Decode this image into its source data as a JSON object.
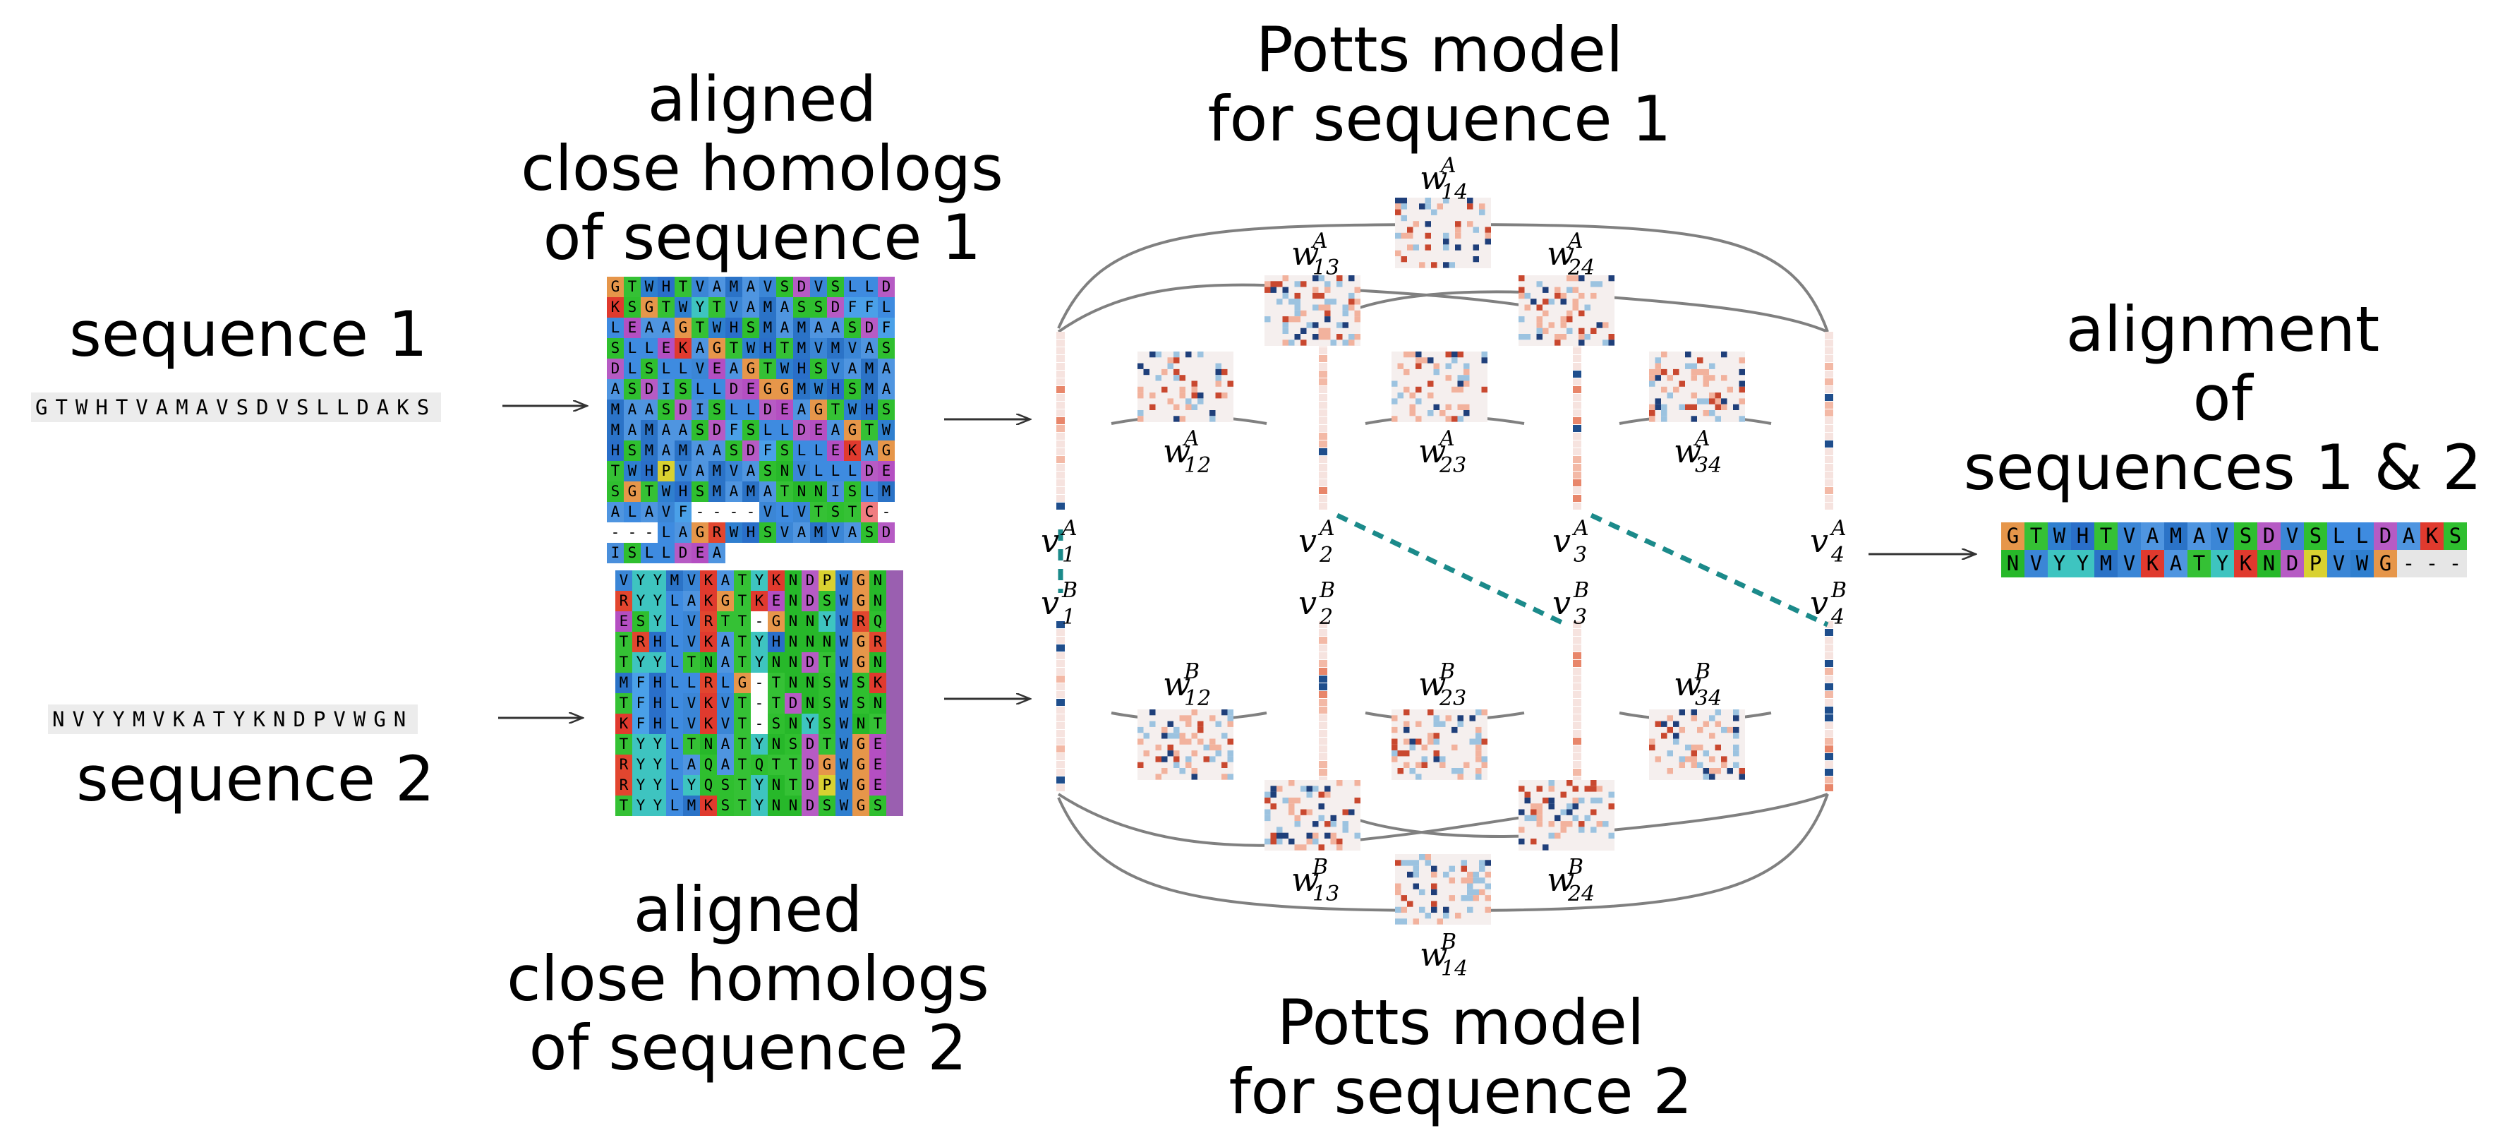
{
  "colors": {
    "G": "#e6964a",
    "T": "#35c135",
    "W": "#2f7fcf",
    "H": "#2a6fc9",
    "V": "#3b86d6",
    "A": "#4f95e0",
    "M": "#2b73c7",
    "S": "#2fbf2f",
    "D": "#b65bc4",
    "L": "#3e8be0",
    "K": "#e03a2e",
    "E": "#b44fc2",
    "F": "#4aa0e8",
    "N": "#27b82a",
    "P": "#d9d131",
    "Y": "#3ec4c0",
    "R": "#e2462f",
    "Q": "#2fbf2f",
    "I": "#4a8fdb",
    "C": "#f07c80",
    "-": "#ffffff",
    "couple": "#1b8a8a",
    "line": "#777777"
  },
  "labels": {
    "sequence1": "sequence 1",
    "sequence2": "sequence 2",
    "msa1": [
      "aligned",
      "close homologs",
      "of sequence 1"
    ],
    "msa2": [
      "aligned",
      "close homologs",
      "of sequence 2"
    ],
    "potts1": [
      "Potts model",
      "for sequence 1"
    ],
    "potts2": [
      "Potts model",
      "for sequence 2"
    ],
    "alignment": [
      "alignment",
      "of",
      "sequences 1 & 2"
    ]
  },
  "sequences": {
    "seq1": "GTWHTVAMAVSDVSLLDAKS",
    "seq2": "NVYYMVKATYKNDPVWGN"
  },
  "msa1": [
    "GTWHTVAMAVSDVSLLDKS",
    "GTWYTVAMASSDFFLLEAA",
    "GTWHSMAMAASDFSLLEKA",
    "GTWHTMVMVASDLSLLVEA",
    "GTWHSVAMAASDISLLDEG",
    "GMWHSMAMAASDISLLDEA",
    "GTWHSMAMAASDFSLLDEA",
    "GTWHSMAMAASDFSLLEKA",
    "GTWHPVAMVASNVLLLDES",
    "GTWHSMAMATNNISLMALA",
    "VF----VLVTSTC----LA",
    "GRWHSVAMVASDISLLDEA"
  ],
  "msa2": [
    "VYYMVKATYKNDPWGN",
    "RYYLAKGTKENDSWGN",
    "ESYLVRTT-GNNYWRQ",
    "TRHLVKATYHNNNWGR",
    "TYYLTNATYNNDTWGN",
    "MFHLLRLG-TNNSWSK",
    "TFHLVKVT-TDNSWSN",
    "KFHLVKVT-SNYSWNT",
    "TYYLTNATYNSDTWGE",
    "RYYLAQATQTTDGWGE",
    "RYYLYQSTYNTDPWGE",
    "TYYLMKSTYNNDSWGS"
  ],
  "alignment_rows": [
    "GTWHTVAMAVSDVSLLDAKS",
    "NVYYMVKATYKNDPVWG---"
  ],
  "potts": {
    "fields_A": [
      "v",
      "A",
      "1",
      "2",
      "3",
      "4"
    ],
    "couplings_A": [
      {
        "base": "w",
        "sub": "12",
        "sup": "A"
      },
      {
        "base": "w",
        "sub": "23",
        "sup": "A"
      },
      {
        "base": "w",
        "sub": "34",
        "sup": "A"
      },
      {
        "base": "w",
        "sub": "13",
        "sup": "A"
      },
      {
        "base": "w",
        "sub": "24",
        "sup": "A"
      },
      {
        "base": "w",
        "sub": "14",
        "sup": "A"
      }
    ],
    "couplings_B": [
      {
        "base": "w",
        "sub": "12",
        "sup": "B"
      },
      {
        "base": "w",
        "sub": "23",
        "sup": "B"
      },
      {
        "base": "w",
        "sub": "34",
        "sup": "B"
      },
      {
        "base": "w",
        "sub": "13",
        "sup": "B"
      },
      {
        "base": "w",
        "sub": "24",
        "sup": "B"
      },
      {
        "base": "w",
        "sub": "14",
        "sup": "B"
      }
    ],
    "nodes_A": [
      {
        "base": "v",
        "sub": "1",
        "sup": "A"
      },
      {
        "base": "v",
        "sub": "2",
        "sup": "A"
      },
      {
        "base": "v",
        "sub": "3",
        "sup": "A"
      },
      {
        "base": "v",
        "sub": "4",
        "sup": "A"
      }
    ],
    "nodes_B": [
      {
        "base": "v",
        "sub": "1",
        "sup": "B"
      },
      {
        "base": "v",
        "sub": "2",
        "sup": "B"
      },
      {
        "base": "v",
        "sub": "3",
        "sup": "B"
      },
      {
        "base": "v",
        "sub": "4",
        "sup": "B"
      }
    ]
  }
}
